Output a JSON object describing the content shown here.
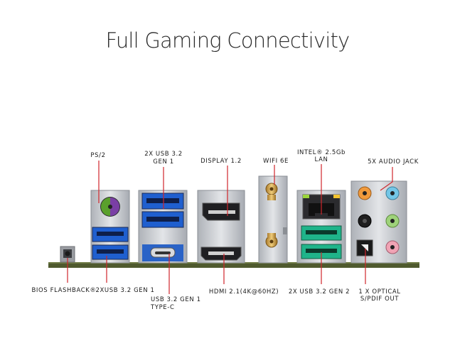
{
  "title": "Full Gaming Connectivity",
  "labels": {
    "ps2": "PS/2",
    "usb_gen1_top_a": "2X USB 3.2",
    "usb_gen1_top_b": "GEN 1",
    "display": "DISPLAY 1.2",
    "wifi": "WIFI 6E",
    "lan_a": "INTEL® 2.5Gb",
    "lan_b": "LAN",
    "audio": "5X AUDIO JACK",
    "bios": "BIOS FLASHBACK®",
    "usb_gen1_bottom": "2XUSB 3.2 GEN 1",
    "typec_a": "USB 3.2 GEN 1",
    "typec_b": "TYPE-C",
    "hdmi": "HDMI 2.1(4K@60HZ)",
    "usb_gen2": "2X USB 3.2 GEN 2",
    "optical_a": "1 X OPTICAL",
    "optical_b": "S/PDIF OUT"
  },
  "colors": {
    "callout_line": "#d0262c",
    "usb_blue": "#1f5fcf",
    "usb_teal": "#1fb48a",
    "pcb_green": "#4f5a2e",
    "metal": "#c9ccd1"
  }
}
